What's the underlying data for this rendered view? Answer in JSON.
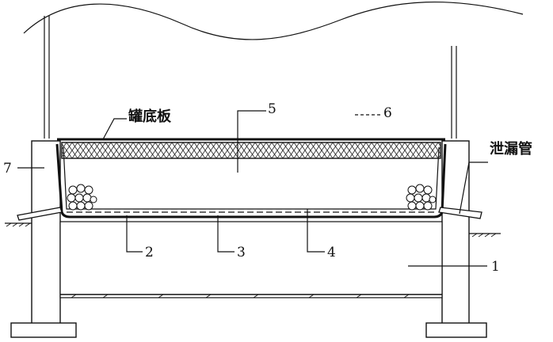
{
  "labels": {
    "tank_bottom_plate": "罐底板",
    "leak_pipe": "泄漏管",
    "n1": "1",
    "n2": "2",
    "n3": "3",
    "n4": "4",
    "n5": "5",
    "n6": "6",
    "n7": "7"
  }
}
